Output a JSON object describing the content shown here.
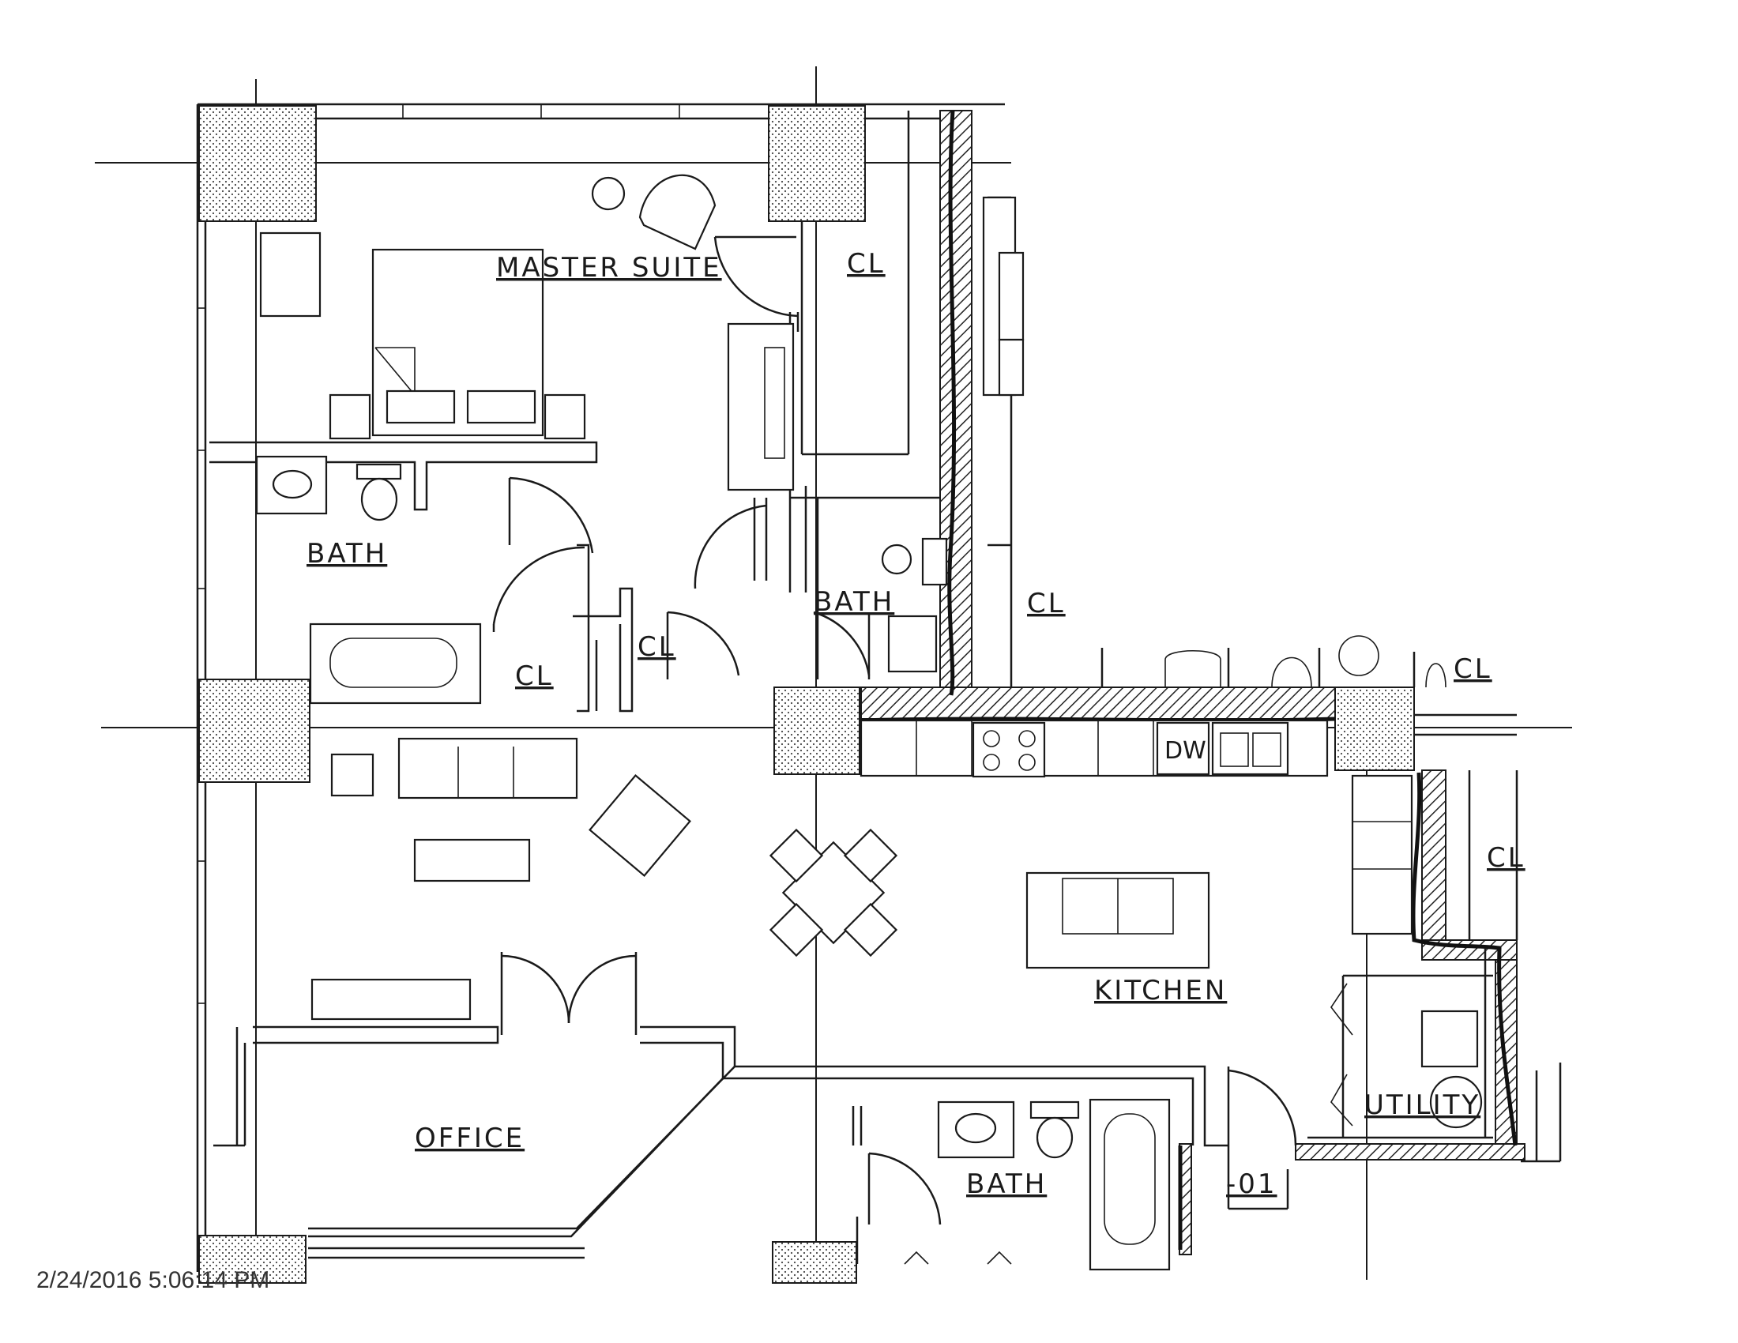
{
  "rooms": {
    "master_suite": "MASTER SUITE",
    "bath_master": "BATH",
    "bath_center": "BATH",
    "bath_lower": "BATH",
    "closet_1": "CL",
    "closet_2": "CL",
    "closet_3": "CL",
    "closet_4": "CL",
    "closet_5": "CL",
    "closet_6": "CL",
    "kitchen": "KITCHEN",
    "office": "OFFICE",
    "utility": "UTILITY",
    "unit_tag": "-01"
  },
  "fixtures": {
    "dishwasher": "DW"
  },
  "timestamp": "2/24/2016 5:06:14 PM"
}
